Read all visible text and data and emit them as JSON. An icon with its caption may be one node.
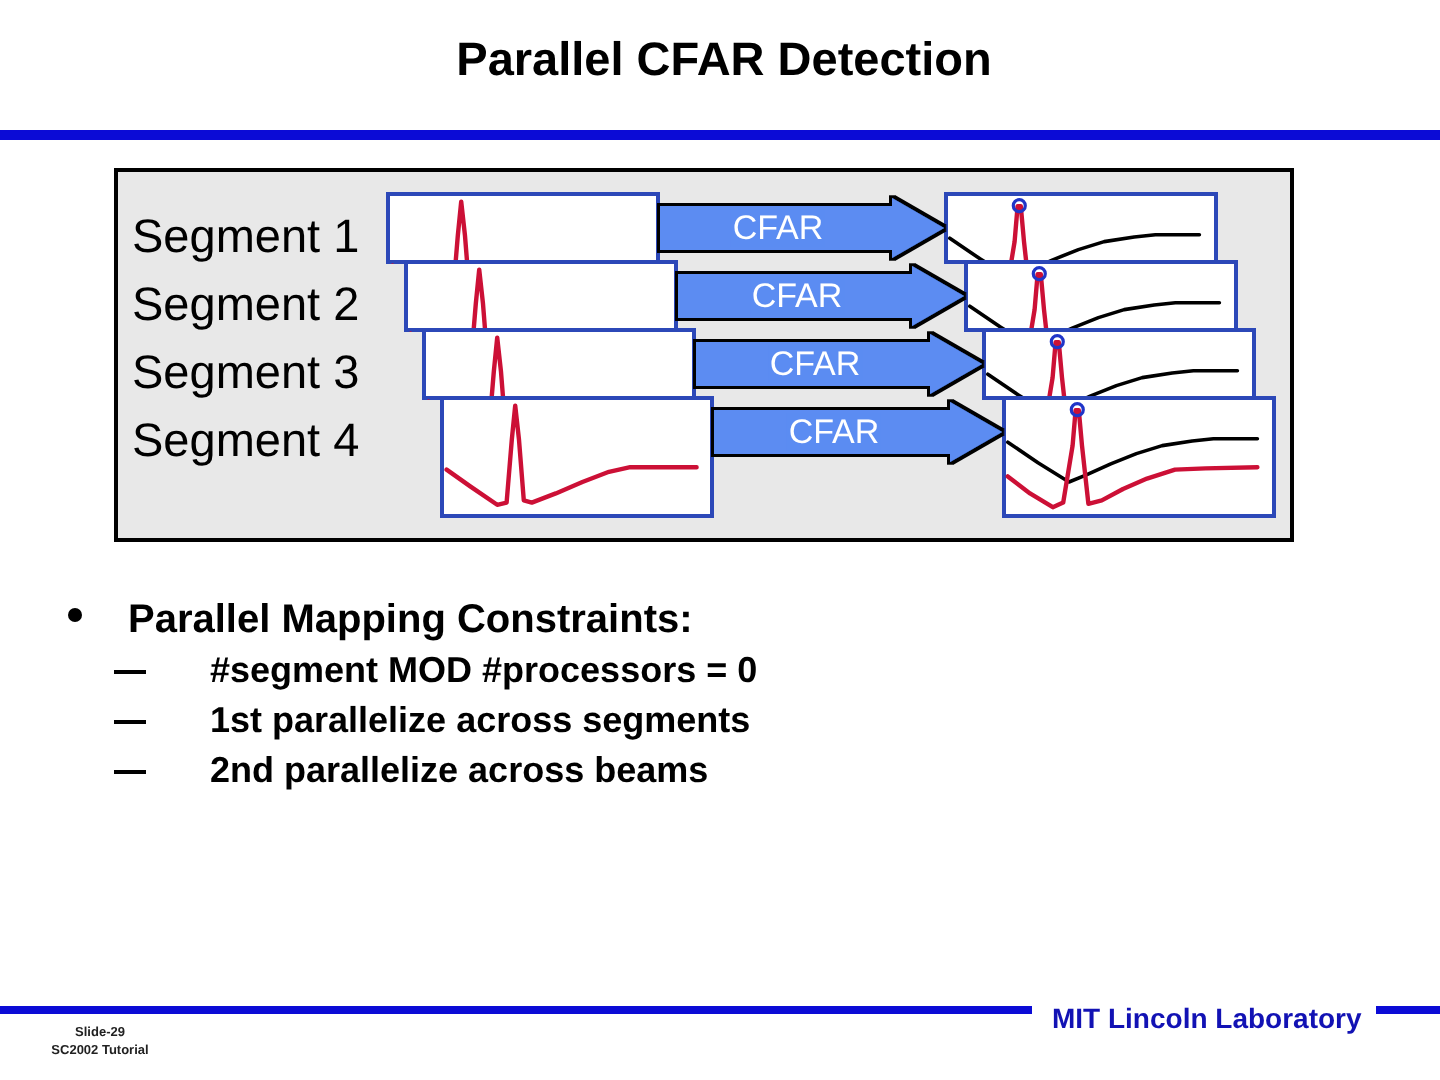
{
  "diagram": {
    "title": "Parallel CFAR Detection",
    "nodes": [
      {
        "text": [],
        "shape": "box"
      },
      {
        "text": [],
        "shape": "picture",
        "in": 0,
        "beside": [
          "Segment 1"
        ]
      },
      {
        "text": [],
        "shape": "picture",
        "in": 0,
        "beside": [
          "Segment 2"
        ]
      },
      {
        "text": [],
        "shape": "picture",
        "in": 0,
        "beside": [
          "Segment 3"
        ]
      },
      {
        "text": [],
        "shape": "picture",
        "in": 0,
        "beside": [
          "Segment 4"
        ]
      },
      {
        "text": [],
        "shape": "picture",
        "in": 0
      },
      {
        "text": [],
        "shape": "picture",
        "in": 0
      },
      {
        "text": [],
        "shape": "picture",
        "in": 0
      },
      {
        "text": [],
        "shape": "picture",
        "in": 0
      }
    ],
    "edges": [
      {
        "from": 1,
        "to": 5,
        "arrow": "to",
        "label": "CFAR"
      },
      {
        "from": 2,
        "to": 6,
        "arrow": "to",
        "label": "CFAR"
      },
      {
        "from": 3,
        "to": 7,
        "arrow": "to",
        "label": "CFAR"
      },
      {
        "from": 4,
        "to": 8,
        "arrow": "to",
        "label": "CFAR"
      }
    ],
    "labels": [
      "Parallel Mapping Constraints:",
      "#segment MOD #processors = 0",
      "1st parallelize across segments",
      "2nd parallelize across beams",
      "MIT Lincoln Laboratory",
      "Slide-29",
      "SC2002 Tutorial"
    ]
  }
}
